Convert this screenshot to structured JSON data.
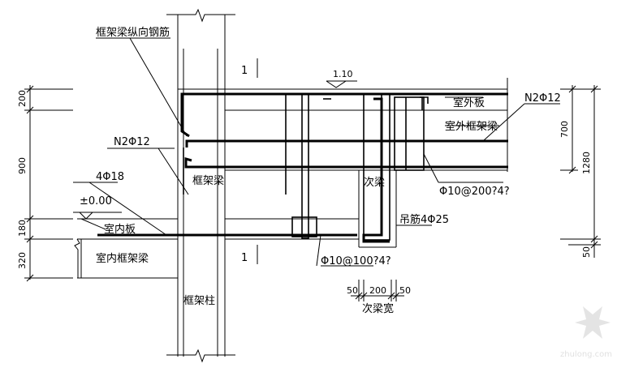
{
  "labels": {
    "frame_beam_long_rebar": "框架梁纵向钢筋",
    "n2phi12_left": "N2Φ12",
    "n2phi12_right": "N2Φ12",
    "frame_beam": "框架梁",
    "phi18": "4Φ18",
    "elevation_zero": "±0.00",
    "indoor_slab": "室内板",
    "indoor_frame_beam": "室内框架梁",
    "frame_column": "框架柱",
    "outdoor_slab": "室外板",
    "outdoor_frame_beam": "室外框架梁",
    "secondary_beam": "次梁",
    "hanger_bars": "吊筋4Φ25",
    "stirrup_200": "Φ10@200?4?",
    "stirrup_100": "Φ10@100?4?",
    "secondary_beam_width": "次梁宽",
    "elevation_110": "1.10",
    "section_mark_top": "1",
    "section_mark_bottom": "1"
  },
  "dimensions": {
    "left": [
      "200",
      "900",
      "180",
      "320"
    ],
    "right": [
      "700",
      "1280",
      "50"
    ],
    "bottom": [
      "50",
      "200",
      "50"
    ]
  },
  "watermark": "zhulong.com"
}
